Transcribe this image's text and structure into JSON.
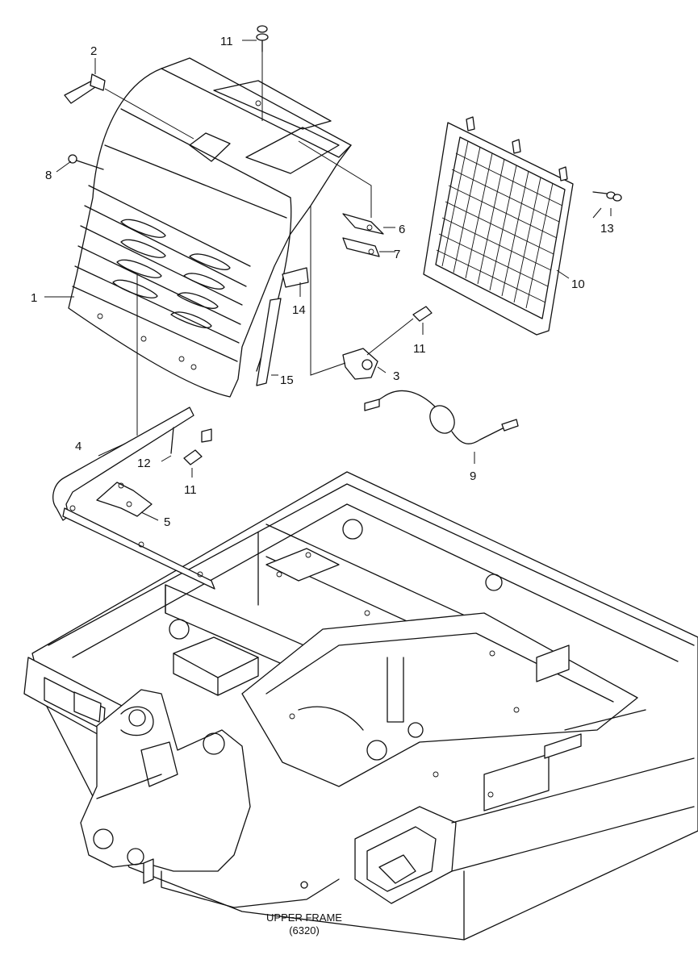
{
  "diagram": {
    "callouts": [
      "1",
      "2",
      "3",
      "4",
      "5",
      "6",
      "7",
      "8",
      "9",
      "10",
      "11",
      "11",
      "11",
      "12",
      "13",
      "14",
      "15"
    ],
    "caption_line1": "UPPER FRAME",
    "caption_line2": "(6320)"
  }
}
